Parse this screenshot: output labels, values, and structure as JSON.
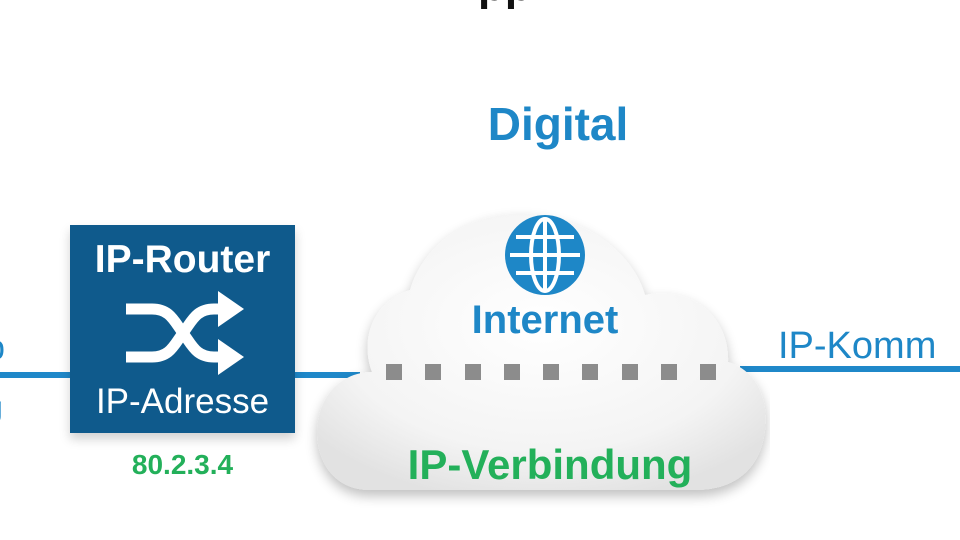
{
  "colors": {
    "blue_text": "#1e87c7",
    "router_box": "#0f5a8c",
    "green_text": "#23b05a",
    "line": "#1f88c9",
    "cloud": "#f2f2f2",
    "dash": "#8c8c8c"
  },
  "header": {
    "top_cut_text": "pp",
    "section_label": "Digital"
  },
  "left_side": {
    "text_1": "p",
    "text_2": "g"
  },
  "router": {
    "title": "IP-Router",
    "icon": "shuffle-arrows-icon",
    "address_label": "IP-Adresse",
    "ip": "80.2.3.4"
  },
  "cloud": {
    "icon": "globe-icon",
    "internet_label": "Internet",
    "connection_label": "IP-Verbindung"
  },
  "right_side": {
    "label": "IP-Komm"
  }
}
